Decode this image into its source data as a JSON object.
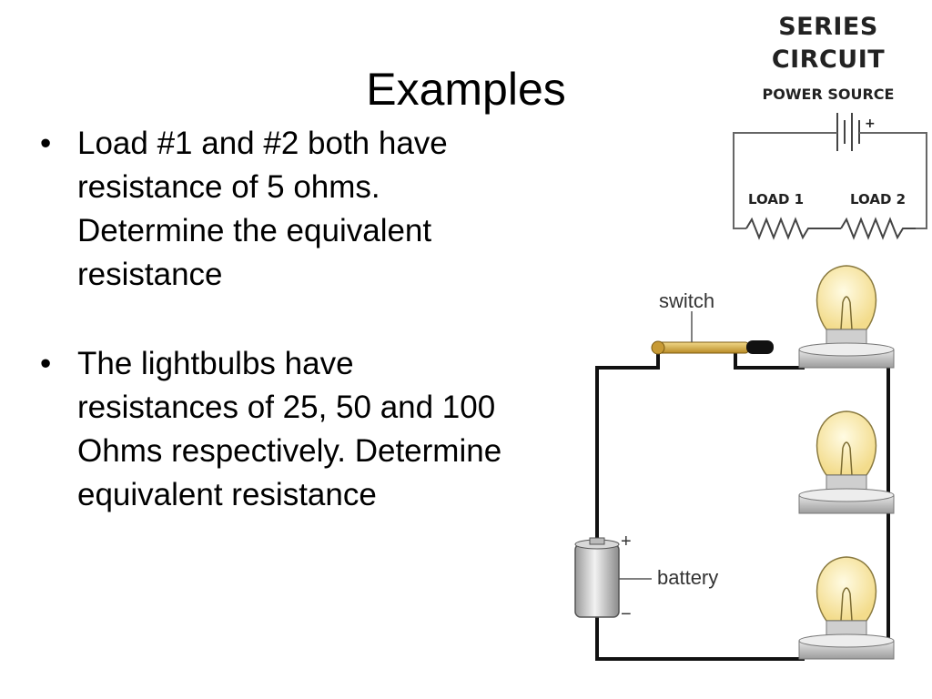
{
  "title": "Examples",
  "bullets": [
    "Load #1 and #2 both have resistance of 5 ohms.  Determine the equivalent resistance",
    "The lightbulbs have resistances of 25, 50 and 100 Ohms respectively. Determine equivalent resistance"
  ],
  "series_diagram": {
    "title_line1": "SERIES",
    "title_line2": "CIRCUIT",
    "power_source": "POWER SOURCE",
    "load1": "LOAD 1",
    "load2": "LOAD 2",
    "plus": "+"
  },
  "circuit": {
    "switch_label": "switch",
    "battery_label": "battery",
    "plus": "+",
    "minus": "−"
  }
}
